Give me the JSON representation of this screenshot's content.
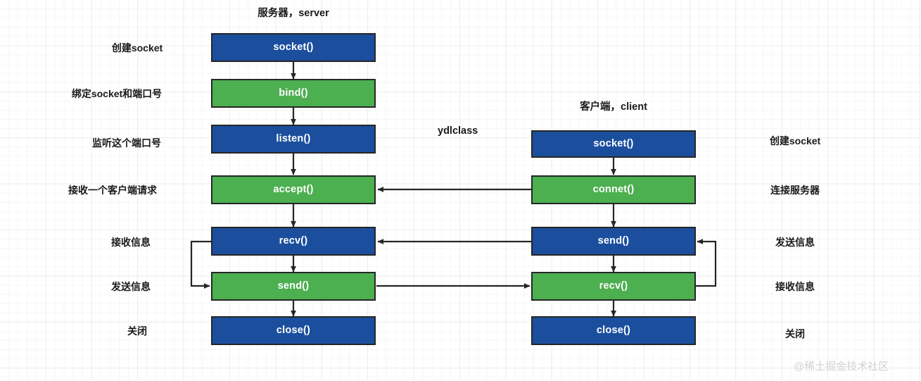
{
  "diagram": {
    "title_server": "服务器，server",
    "title_client": "客户端，client",
    "brandmark": "ydlclass",
    "watermark": "@稀土掘金技术社区",
    "colors": {
      "blue": "#1B4F9E",
      "green": "#4CAF50",
      "border": "#262626",
      "edge": "#262626",
      "grid_minor": "#f6f6f8",
      "grid_major": "#ededf0"
    }
  },
  "server": {
    "column_title": "服务器，server",
    "steps": [
      {
        "label": "创建socket",
        "fn": "socket()",
        "color": "blue"
      },
      {
        "label": "绑定socket和端口号",
        "fn": "bind()",
        "color": "green"
      },
      {
        "label": "监听这个端口号",
        "fn": "listen()",
        "color": "blue"
      },
      {
        "label": "接收一个客户端请求",
        "fn": "accept()",
        "color": "green"
      },
      {
        "label": "接收信息",
        "fn": "recv()",
        "color": "blue"
      },
      {
        "label": "发送信息",
        "fn": "send()",
        "color": "green"
      },
      {
        "label": "关闭",
        "fn": "close()",
        "color": "blue"
      }
    ]
  },
  "client": {
    "column_title": "客户端，client",
    "steps": [
      {
        "label": "创建socket",
        "fn": "socket()",
        "color": "blue"
      },
      {
        "label": "连接服务器",
        "fn": "connet()",
        "color": "green"
      },
      {
        "label": "发送信息",
        "fn": "send()",
        "color": "blue"
      },
      {
        "label": "接收信息",
        "fn": "recv()",
        "color": "green"
      },
      {
        "label": "关闭",
        "fn": "close()",
        "color": "blue"
      }
    ]
  }
}
